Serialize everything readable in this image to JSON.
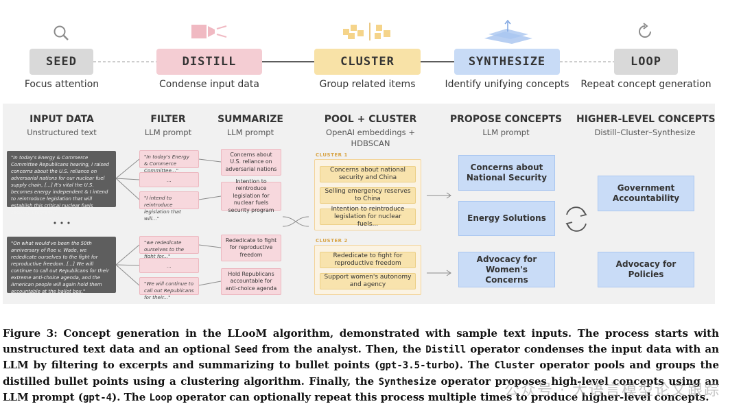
{
  "stages": [
    {
      "label": "SEED",
      "sub": "Focus attention",
      "color": "#d9d9d9",
      "icon": "magnifier-icon"
    },
    {
      "label": "DISTILL",
      "sub": "Condense input data",
      "color": "#f4cdd3",
      "icon": "funnel-icon"
    },
    {
      "label": "CLUSTER",
      "sub": "Group related items",
      "color": "#f8e2a7",
      "icon": "cluster-squares-icon"
    },
    {
      "label": "SYNTHESIZE",
      "sub": "Identify unifying concepts",
      "color": "#c8dbf6",
      "icon": "stacked-layers-icon"
    },
    {
      "label": "LOOP",
      "sub": "Repeat concept generation",
      "color": "#d9d9d9",
      "icon": "refresh-icon"
    }
  ],
  "columns": {
    "input": {
      "title": "INPUT DATA",
      "sub": "Unstructured text"
    },
    "filter": {
      "title": "FILTER",
      "sub": "LLM prompt"
    },
    "summarize": {
      "title": "SUMMARIZE",
      "sub": "LLM prompt"
    },
    "pool": {
      "title": "POOL + CLUSTER",
      "sub": "OpenAI embeddings + HDBSCAN"
    },
    "propose": {
      "title": "PROPOSE CONCEPTS",
      "sub": "LLM prompt"
    },
    "higher": {
      "title": "HIGHER-LEVEL CONCEPTS",
      "sub": "Distill–Cluster–Synthesize"
    }
  },
  "inputs": [
    "\"In today's Energy & Commerce Committee Republicans hearing, I raised concerns about the U.S. reliance on adversarial nations for our nuclear fuel supply chain, [...] It's vital the U.S. becomes energy independent & I intend to reintroduce legislation that will establish this critical nuclear fuels security program.\"",
    "\"On what would've been the 50th anniversary of Roe v. Wade, we rededicate ourselves to the fight for reproductive freedom. [...] We will continue to call out Republicans for their extreme anti-choice agenda, and the American people will again hold them accountable at the ballot box.\""
  ],
  "ellipsis": "• • •",
  "filters": [
    "\"In today's Energy & Commerce Committee...\"",
    "...",
    "\"I intend to reintroduce legislation that will...\"",
    "\"we rededicate ourselves to the fight for...\"",
    "...",
    "\"We will continue to call out Republicans for their...\""
  ],
  "summaries": [
    "Concerns about U.S. reliance on adversarial nations",
    "Intention to reintroduce legislation for nuclear fuels security program",
    "Rededicate to fight for reproductive freedom",
    "Hold Republicans accountable for anti-choice agenda"
  ],
  "clusters": [
    {
      "label": "CLUSTER 1",
      "items": [
        "Concerns about national security and China",
        "Selling emergency reserves to China",
        "Intention to reintroduce legislation for nuclear fuels..."
      ]
    },
    {
      "label": "CLUSTER 2",
      "items": [
        "Rededicate to fight for reproductive freedom",
        "Support women's autonomy and agency"
      ]
    }
  ],
  "concepts": [
    "Concerns about National Security",
    "Energy Solutions",
    "Advocacy for Women's Concerns"
  ],
  "higher_concepts": [
    "Government Accountability",
    "Advocacy for Policies"
  ],
  "caption": {
    "p1": "Figure 3: Concept generation in the LLooM algorithm, demonstrated with sample text inputs. The process starts with unstructured text data and an optional ",
    "c1": "Seed",
    "p2": " from the analyst. Then, the ",
    "c2": "Distill",
    "p3": " operator condenses the input data with an LLM by filtering to excerpts and summarizing to bullet points (",
    "c3": "gpt-3.5-turbo",
    "p4": "). The ",
    "c4": "Cluster",
    "p5": " operator pools and groups the distilled bullet points using a clustering algorithm. Finally, the ",
    "c5": "Synthesize",
    "p6": " operator proposes high-level concepts using an LLM prompt (",
    "c6": "gpt-4",
    "p7": "). The ",
    "c7": "Loop",
    "p8": " operator can optionally repeat this process multiple times to produce higher-level concepts."
  },
  "watermark": "公众号 · 大语言模型论文跟踪"
}
